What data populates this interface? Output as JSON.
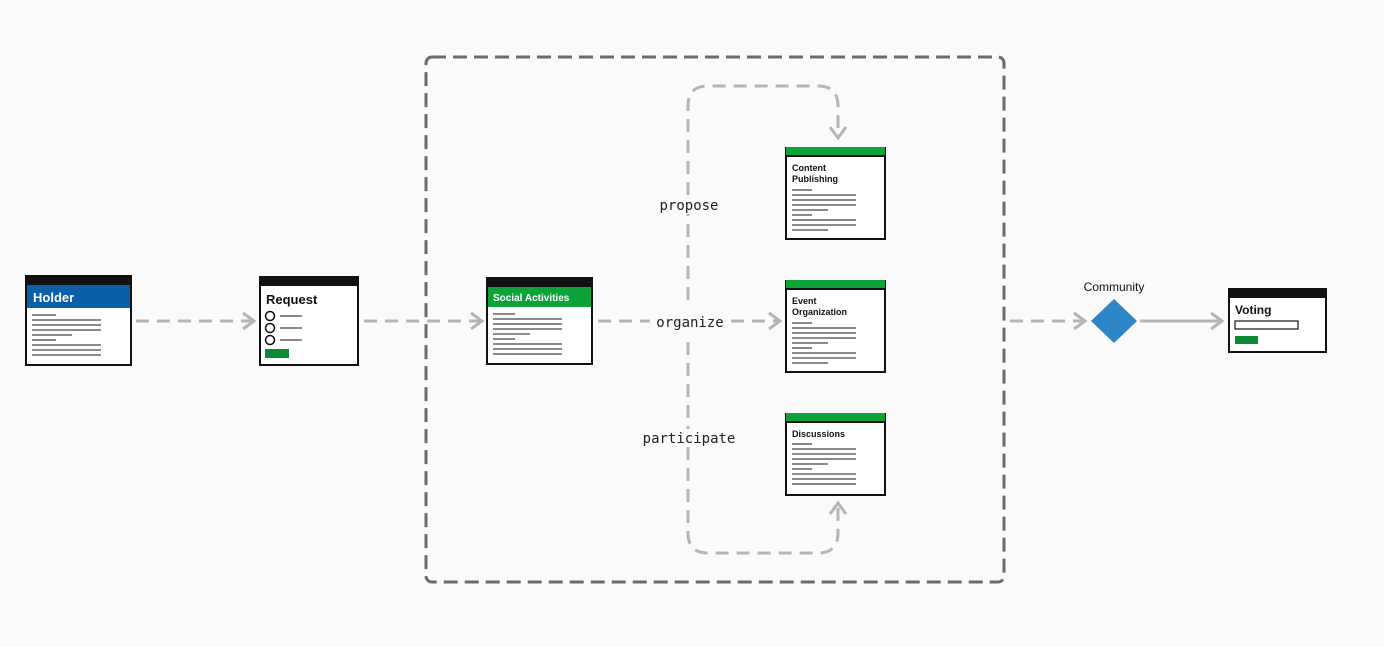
{
  "colors": {
    "background": "#fafafa",
    "holder_header": "#0b5ea8",
    "green_header": "#0ea33a",
    "green_button": "#0a8a35",
    "card_top_bar": "#111111",
    "diamond": "#2e86c8",
    "arrow": "#b5b5b5",
    "frame": "#6b6b6b",
    "text_line": "#8a8a8a"
  },
  "cards": {
    "holder": {
      "title": "Holder"
    },
    "request": {
      "title": "Request"
    },
    "social": {
      "title": "Social Activities"
    },
    "content": {
      "title_line1": "Content",
      "title_line2": "Publishing"
    },
    "event": {
      "title_line1": "Event",
      "title_line2": "Organization"
    },
    "discussions": {
      "title": "Discussions"
    },
    "voting": {
      "title": "Voting"
    }
  },
  "edge_labels": {
    "propose": "propose",
    "organize": "organize",
    "participate": "participate"
  },
  "decision": {
    "label": "Community",
    "icon": "diamond-icon"
  }
}
